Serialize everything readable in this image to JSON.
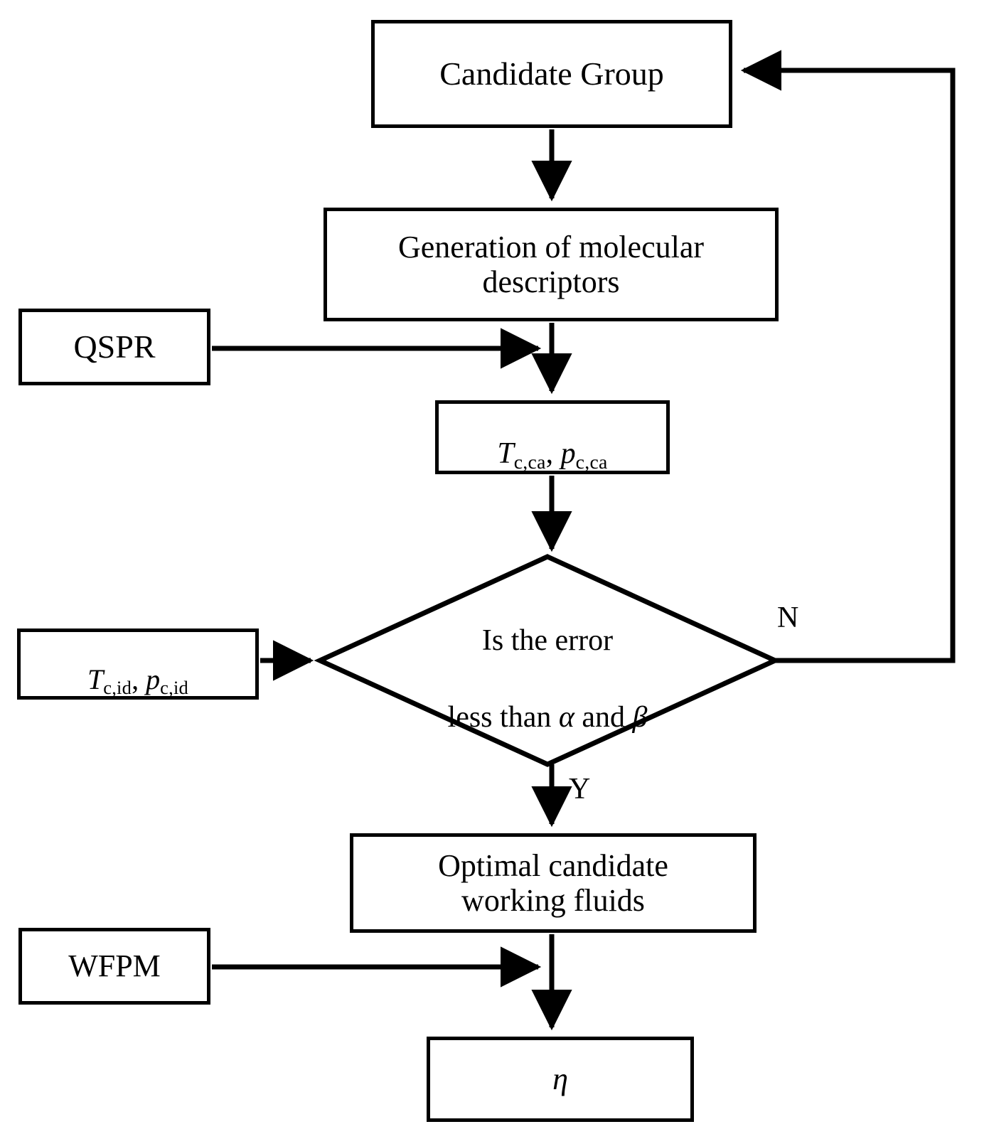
{
  "diagram": {
    "type": "flowchart",
    "title": "Working fluid screening flowchart",
    "background_color": "#ffffff",
    "line_color": "#000000",
    "nodes": {
      "candidate_group": {
        "label": "Candidate Group",
        "shape": "rectangle"
      },
      "generation": {
        "label": "Generation of molecular\ndescriptors",
        "shape": "rectangle"
      },
      "qspr": {
        "label": "QSPR",
        "shape": "rectangle"
      },
      "tp_ca": {
        "shape": "rectangle",
        "parts": {
          "t_symbol": "T",
          "t_sub": "c,ca",
          "separator": ", ",
          "p_symbol": "p",
          "p_sub": "c,ca"
        },
        "plain_text": "Tc,ca, pc,ca"
      },
      "tp_id": {
        "shape": "rectangle",
        "parts": {
          "t_symbol": "T",
          "t_sub": "c,id",
          "separator": ", ",
          "p_symbol": "p",
          "p_sub": "c,id"
        },
        "plain_text": "Tc,id, pc,id"
      },
      "decision": {
        "shape": "diamond",
        "label_line1": "Is the error",
        "label_line2_prefix": "less than ",
        "label_alpha": "α",
        "label_line2_mid": " and ",
        "label_beta": "β",
        "plain_text": "Is the error less than α and β"
      },
      "optimal": {
        "label": "Optimal candidate\nworking fluids",
        "shape": "rectangle"
      },
      "wfpm": {
        "label": "WFPM",
        "shape": "rectangle"
      },
      "eta": {
        "label": "η",
        "shape": "rectangle"
      }
    },
    "branch_labels": {
      "no": "N",
      "yes": "Y"
    },
    "edges": [
      {
        "from": "candidate_group",
        "to": "generation",
        "label": ""
      },
      {
        "from": "generation",
        "to": "tp_ca",
        "label": ""
      },
      {
        "from": "qspr",
        "to": "generation_to_tpca_link",
        "label": ""
      },
      {
        "from": "tp_ca",
        "to": "decision",
        "label": ""
      },
      {
        "from": "tp_id",
        "to": "decision",
        "label": ""
      },
      {
        "from": "decision",
        "to": "candidate_group",
        "label": "N"
      },
      {
        "from": "decision",
        "to": "optimal",
        "label": "Y"
      },
      {
        "from": "optimal",
        "to": "eta",
        "label": ""
      },
      {
        "from": "wfpm",
        "to": "optimal_to_eta_link",
        "label": ""
      }
    ]
  }
}
